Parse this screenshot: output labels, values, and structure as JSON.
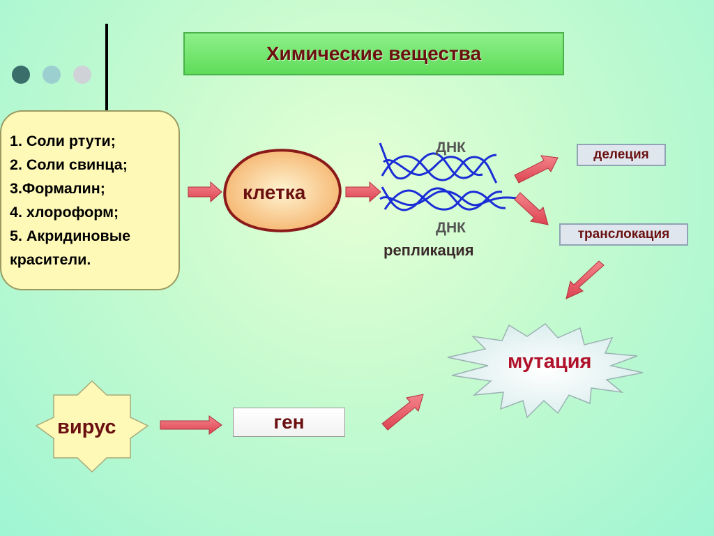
{
  "title": "Химические вещества",
  "chemicals": [
    "1. Соли ртути;",
    "2. Соли свинца;",
    "3.Формалин;",
    "4. хлороформ;",
    "5. Акридиновые",
    "красители."
  ],
  "cell_label": "клетка",
  "dna_top_label": "ДНК",
  "dna_bottom_label": "ДНК",
  "replication_label": "репликация",
  "deletion_label": "делеция",
  "translocation_label": "транслокация",
  "mutation_label": "мутация",
  "virus_label": "вирус",
  "gene_label": "ген",
  "colors": {
    "label_text": "#6b1010",
    "arrow": "#e85a63",
    "dna_strand": "#1a2dd6",
    "title_bg": "#6fe46a"
  }
}
